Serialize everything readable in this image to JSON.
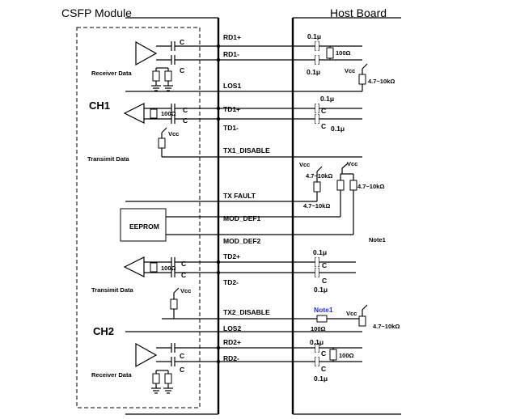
{
  "module_title": "CSFP Module",
  "host_title": "Host Board",
  "ch1_label": "CH1",
  "ch2_label": "CH2",
  "eeprom_label": "EEPROM",
  "note_right": "Note1",
  "note_blue": "Note1",
  "note_color": "#1f2fd6",
  "signals": {
    "rd1p": "RD1+",
    "rd1n": "RD1-",
    "los1": "LOS1",
    "td1p": "TD1+",
    "td1n": "TD1-",
    "tx1dis": "TX1_DISABLE",
    "txfault": "TX FAULT",
    "moddef1": "MOD_DEF1",
    "moddef2": "MOD_DEF2",
    "td2p": "TD2+",
    "td2n": "TD2-",
    "tx2dis": "TX2_DISABLE",
    "los2": "LOS2",
    "rd2p": "RD2+",
    "rd2n": "RD2-"
  },
  "labels": {
    "receiver_data": "Receiver Data",
    "transimit_data": "Transimit Data",
    "c": "C",
    "cap_host": "0.1μ",
    "r100": "100Ω",
    "vcc": "Vcc",
    "pullup": "4.7~10kΩ"
  }
}
